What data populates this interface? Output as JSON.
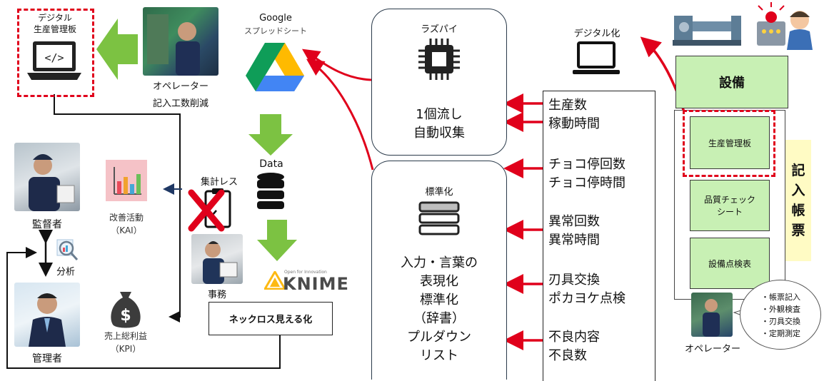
{
  "digital_board": {
    "line1": "デジタル",
    "line2": "生産管理板"
  },
  "operator_top": {
    "line1": "オペレーター",
    "line2": "記入工数削減"
  },
  "google": {
    "line1": "Google",
    "line2": "スプレッドシート"
  },
  "raspi": {
    "title": "ラズパイ",
    "line1": "1個流し",
    "line2": "自動収集"
  },
  "digitalize": {
    "label": "デジタル化"
  },
  "standardize": {
    "title": "標準化",
    "lines": [
      "入力・言葉の",
      "表現化",
      "標準化",
      "（辞書）",
      "プルダウン",
      "リスト"
    ]
  },
  "items": {
    "i1": "生産数",
    "i2": "稼動時間",
    "i3": "チョコ停回数",
    "i4": "チョコ停時間",
    "i5": "異常回数",
    "i6": "異常時間",
    "i7": "刃具交換",
    "i8": "ポカヨケ点検",
    "i9": "不良内容",
    "i10": "不良数"
  },
  "equipment": {
    "title": "設備",
    "board": "生産管理板",
    "quality": {
      "line1": "品質チェック",
      "line2": "シート"
    },
    "inspection": "設備点検表"
  },
  "forms_label": {
    "c1": "記",
    "c2": "入",
    "c3": "帳",
    "c4": "票"
  },
  "operator_bottom": {
    "label": "オペレーター"
  },
  "bubble": {
    "l1": "・帳票記入",
    "l2": "・外観検査",
    "l3": "・刃具交換",
    "l4": "・定期測定"
  },
  "data_label": "Data",
  "shukei": "集計レス",
  "jimu": "事務",
  "knime": {
    "small": "Open for Innovation",
    "big": "KNIME"
  },
  "necklace": "ネックロス見える化",
  "kaizen": {
    "line1": "改善活動",
    "line2": "（KAI）"
  },
  "profit": {
    "line1": "売上総利益",
    "line2": "（KPI）"
  },
  "supervisor": "監督者",
  "analysis": "分析",
  "manager": "管理者",
  "colors": {
    "red": "#e0001b",
    "green": "#7cc242",
    "light_green": "#c8f0b4",
    "yellow": "#fffbc4",
    "navy": "#1f3864"
  }
}
